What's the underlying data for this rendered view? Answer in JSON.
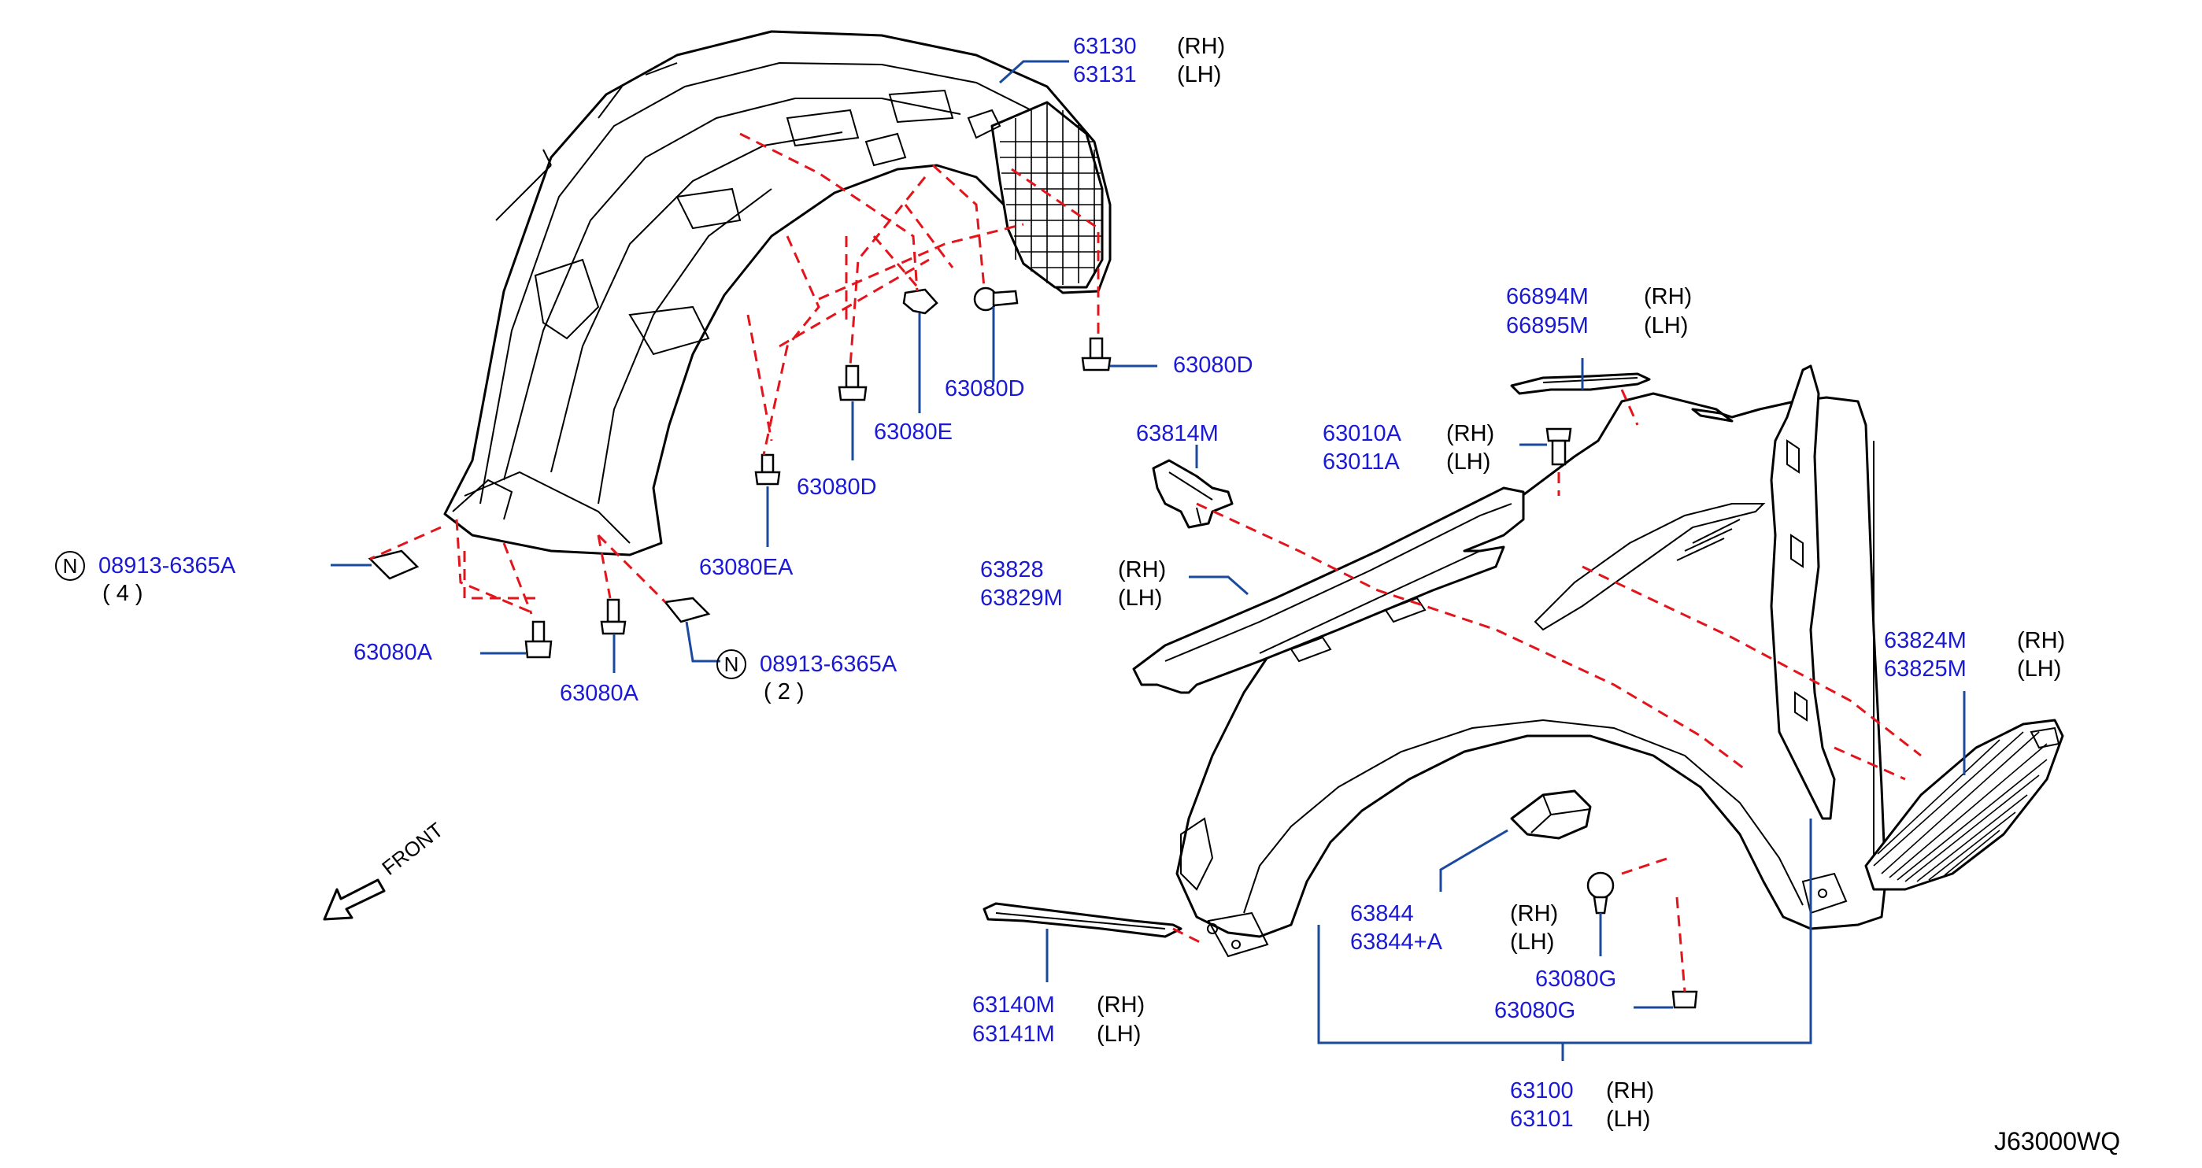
{
  "diagram_code": "J63000WQ",
  "front_label": "FRONT",
  "parts": {
    "p63130": {
      "rh": "63130",
      "rh_side": "(RH)",
      "lh": "63131",
      "lh_side": "(LH)"
    },
    "p66894M": {
      "rh": "66894M",
      "rh_side": "(RH)",
      "lh": "66895M",
      "lh_side": "(LH)"
    },
    "p63080D_a": "63080D",
    "p63080D_b": "63080D",
    "p63080E": "63080E",
    "p63814M": "63814M",
    "p63010A": {
      "rh": "63010A",
      "rh_side": "(RH)",
      "lh": "63011A",
      "lh_side": "(LH)"
    },
    "p63080EA": "63080EA",
    "p08913_a": {
      "num": "08913-6365A",
      "qty": "( 4 )",
      "prefix": "N"
    },
    "p08913_b": {
      "num": "08913-6365A",
      "qty": "( 2 )",
      "prefix": "N"
    },
    "p63828": {
      "rh": "63828",
      "rh_side": "(RH)",
      "lh": "63829M",
      "lh_side": "(LH)"
    },
    "p63080A_a": "63080A",
    "p63080A_b": "63080A",
    "p63824M": {
      "rh": "63824M",
      "rh_side": "(RH)",
      "lh": "63825M",
      "lh_side": "(LH)"
    },
    "p63844": {
      "rh": "63844",
      "rh_side": "(RH)",
      "lh": "63844+A",
      "lh_side": "(LH)"
    },
    "p63080G_a": "63080G",
    "p63080G_b": "63080G",
    "p63140M": {
      "rh": "63140M",
      "rh_side": "(RH)",
      "lh": "63141M",
      "lh_side": "(LH)"
    },
    "p63100": {
      "rh": "63100",
      "rh_side": "(RH)",
      "lh": "63101",
      "lh_side": "(LH)"
    }
  },
  "colors": {
    "part_number": "#1a1ad6",
    "dashed_line": "#e3141b",
    "leader_line": "#1a4a9c",
    "outline": "#000000"
  }
}
